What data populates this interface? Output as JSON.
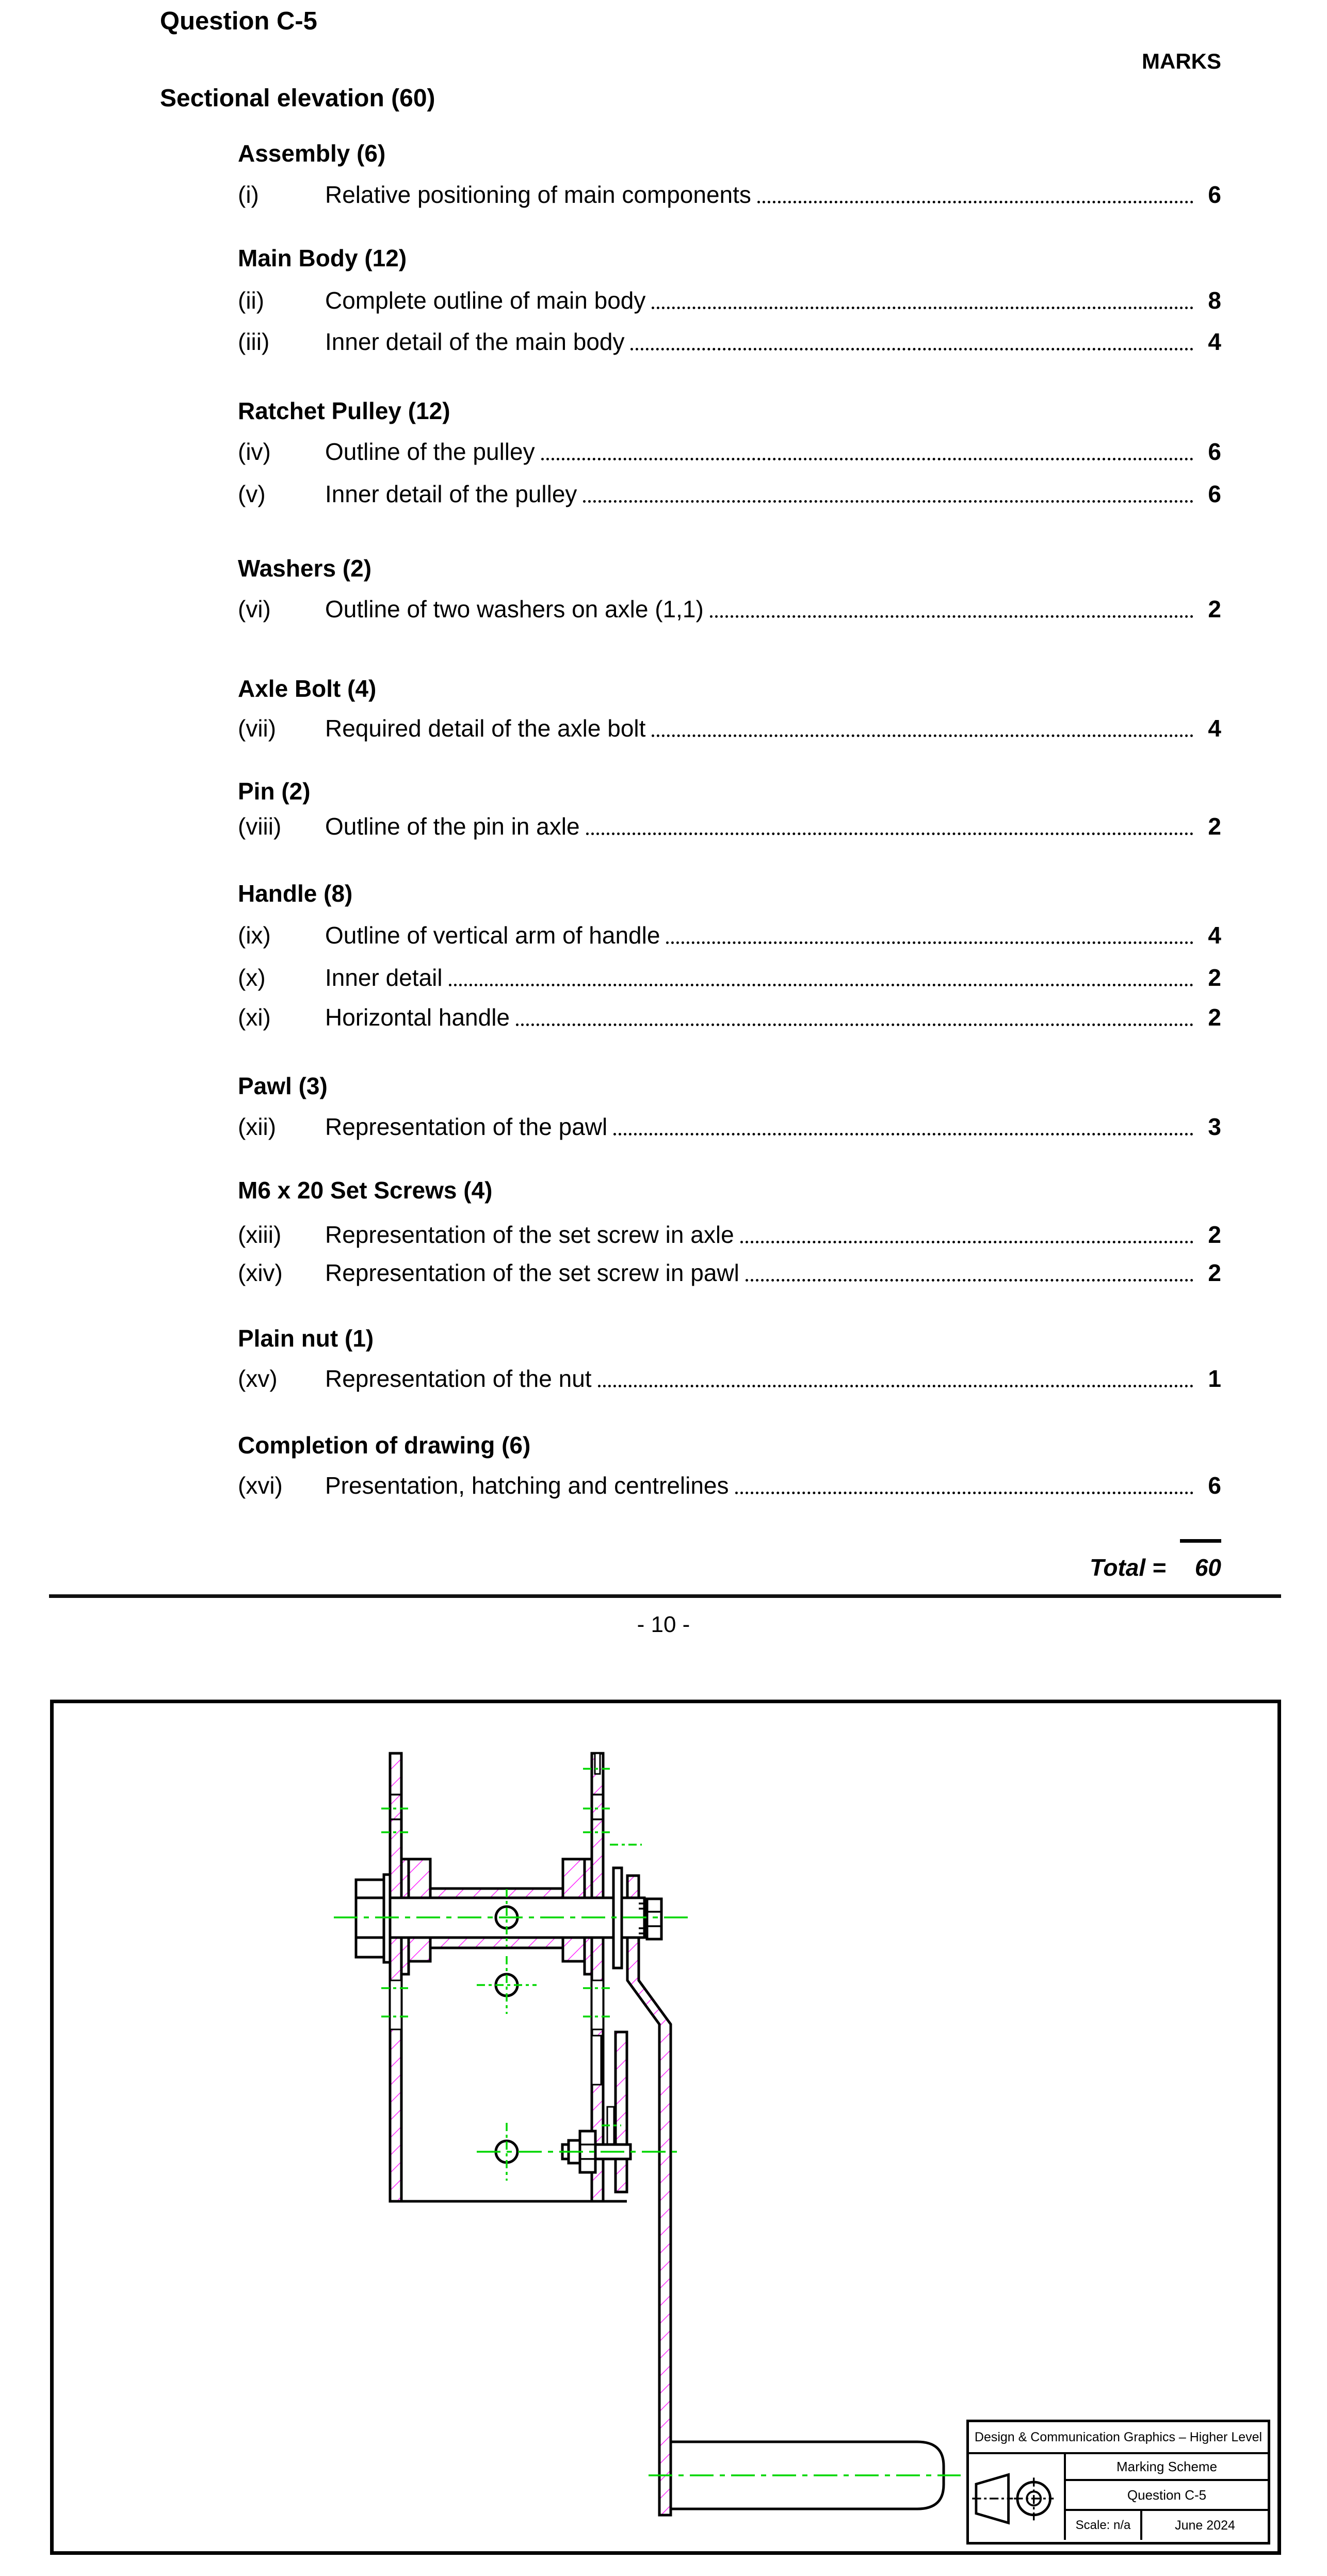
{
  "page": {
    "title": "Question C-5",
    "marks_label": "MARKS",
    "section_heading": "Sectional elevation (60)",
    "total_label": "Total =",
    "total_value": "60",
    "page_number": "- 10 -"
  },
  "marks": {
    "groups": [
      {
        "heading": "Assembly (6)",
        "items": [
          {
            "roman": "(i)",
            "text": "Relative positioning of main components",
            "mark": "6"
          }
        ]
      },
      {
        "heading": "Main Body (12)",
        "items": [
          {
            "roman": "(ii)",
            "text": "Complete outline of main body",
            "mark": "8"
          },
          {
            "roman": "(iii)",
            "text": "Inner detail of the main body",
            "mark": "4"
          }
        ]
      },
      {
        "heading": "Ratchet Pulley (12)",
        "items": [
          {
            "roman": "(iv)",
            "text": "Outline of the pulley",
            "mark": "6"
          },
          {
            "roman": "(v)",
            "text": "Inner detail of the pulley",
            "mark": "6"
          }
        ]
      },
      {
        "heading": "Washers (2)",
        "items": [
          {
            "roman": "(vi)",
            "text": "Outline of two washers on axle (1,1)",
            "mark": "2"
          }
        ]
      },
      {
        "heading": "Axle Bolt (4)",
        "items": [
          {
            "roman": "(vii)",
            "text": "Required detail of the axle bolt",
            "mark": "4"
          }
        ]
      },
      {
        "heading": "Pin (2)",
        "items": [
          {
            "roman": "(viii)",
            "text": "Outline of the pin in axle",
            "mark": "2"
          }
        ]
      },
      {
        "heading": "Handle (8)",
        "items": [
          {
            "roman": "(ix)",
            "text": "Outline of vertical arm of handle",
            "mark": "4"
          },
          {
            "roman": "(x)",
            "text": "Inner detail",
            "mark": "2"
          },
          {
            "roman": "(xi)",
            "text": "Horizontal handle",
            "mark": "2"
          }
        ]
      },
      {
        "heading": "Pawl (3)",
        "items": [
          {
            "roman": "(xii)",
            "text": "Representation of the pawl",
            "mark": "3"
          }
        ]
      },
      {
        "heading": "M6 x 20 Set Screws (4)",
        "items": [
          {
            "roman": "(xiii)",
            "text": "Representation of the set screw in axle",
            "mark": "2"
          },
          {
            "roman": "(xiv)",
            "text": "Representation of the set screw in pawl",
            "mark": "2"
          }
        ]
      },
      {
        "heading": "Plain nut (1)",
        "items": [
          {
            "roman": "(xv)",
            "text": "Representation of the nut",
            "mark": "1"
          }
        ]
      },
      {
        "heading": "Completion of drawing (6)",
        "items": [
          {
            "roman": "(xvi)",
            "text": "Presentation, hatching and centrelines",
            "mark": "6"
          }
        ]
      }
    ]
  },
  "title_block": {
    "line1": "Design & Communication Graphics – Higher Level",
    "line2": "Marking Scheme",
    "line3": "Question C-5",
    "scale": "Scale: n/a",
    "date": "June 2024",
    "projection_icon": "first-angle-projection-icon"
  },
  "colors": {
    "hatch": "#ff00ff",
    "centerline": "#00d600",
    "line": "#000000"
  }
}
